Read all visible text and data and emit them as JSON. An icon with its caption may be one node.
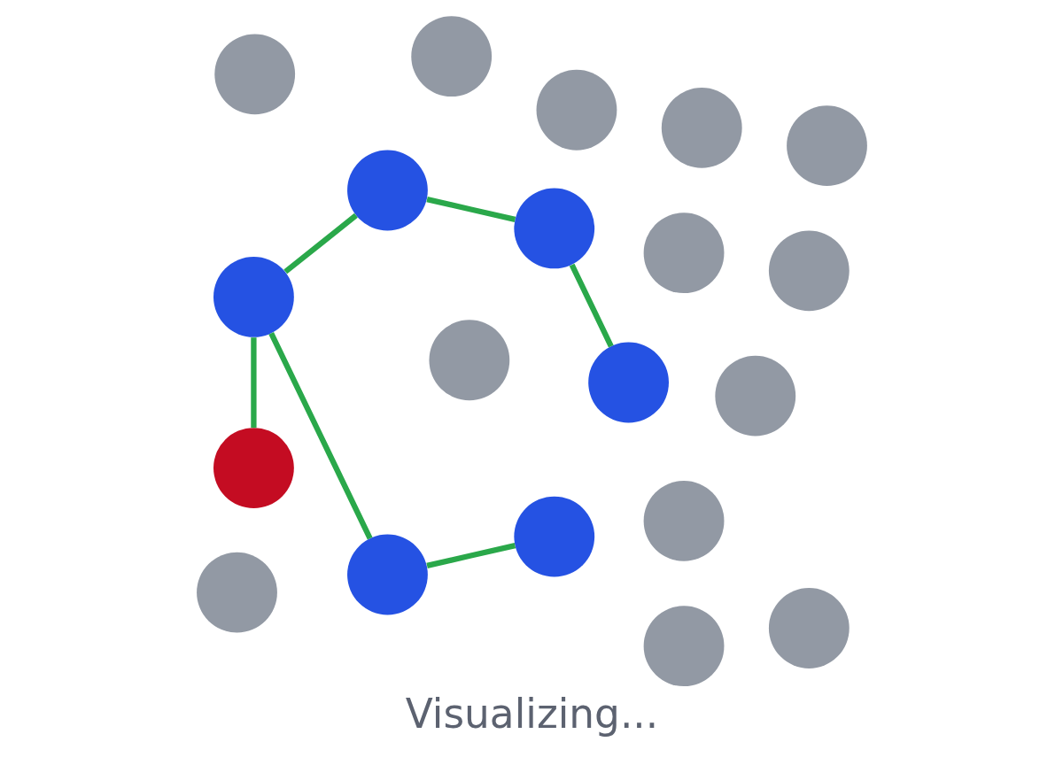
{
  "diagram": {
    "caption": "Visualizing...",
    "nodes": [
      {
        "text": [],
        "shape": "circle"
      },
      {
        "text": [],
        "shape": "circle"
      },
      {
        "text": [],
        "shape": "circle"
      },
      {
        "text": [],
        "shape": "circle"
      },
      {
        "text": [],
        "shape": "circle"
      },
      {
        "text": [],
        "shape": "circle"
      },
      {
        "text": [],
        "shape": "circle"
      },
      {
        "text": [],
        "shape": "circle"
      },
      {
        "text": [],
        "shape": "circle"
      },
      {
        "text": [],
        "shape": "circle"
      },
      {
        "text": [],
        "shape": "circle"
      },
      {
        "text": [],
        "shape": "circle"
      },
      {
        "text": [],
        "shape": "circle"
      },
      {
        "text": [],
        "shape": "circle"
      },
      {
        "text": [],
        "shape": "circle"
      },
      {
        "text": [],
        "shape": "circle"
      },
      {
        "text": [],
        "shape": "circle"
      },
      {
        "text": [],
        "shape": "circle"
      },
      {
        "text": [],
        "shape": "circle"
      },
      {
        "text": [],
        "shape": "circle"
      }
    ],
    "edges": [
      {
        "from": 0,
        "to": 2,
        "arrow": "none"
      },
      {
        "from": 2,
        "to": 5,
        "arrow": "none"
      },
      {
        "from": 5,
        "to": 14,
        "arrow": "none"
      },
      {
        "from": 0,
        "to": 11,
        "arrow": "none"
      },
      {
        "from": 11,
        "to": 7,
        "arrow": "none"
      },
      {
        "from": 0,
        "to": 8,
        "arrow": "none"
      }
    ]
  }
}
